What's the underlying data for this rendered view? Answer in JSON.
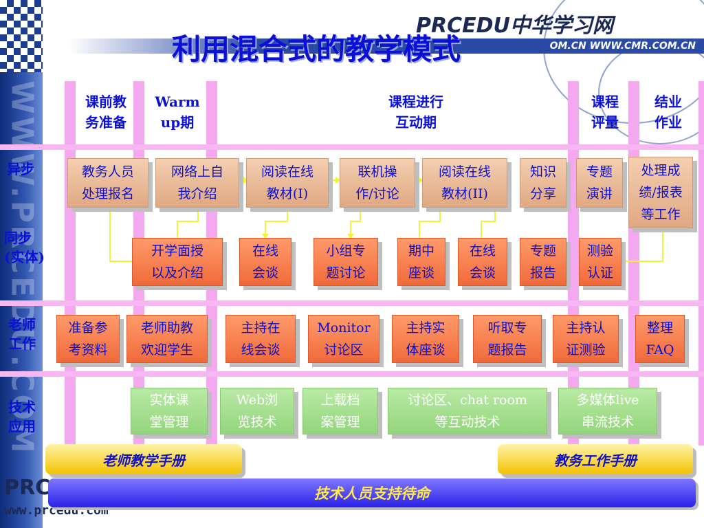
{
  "header": {
    "title": "利用混合式的教学模式",
    "brand": "PRCEDU中华学习网",
    "banner_text": "OM.CN WWW.CMR.COM.CN",
    "side_text": "WWW.PRCEDU.COM",
    "bottom_logo": "PRC",
    "bottom_url": "www.prcedu.com"
  },
  "columns": {
    "pre_line1": "课前教",
    "pre_line2": "务准备",
    "warm_line1": "Warm",
    "warm_line2": "up期",
    "course_line1": "课程进行",
    "course_line2": "互动期",
    "eval_line1": "课程",
    "eval_line2": "评量",
    "finish_line1": "结业",
    "finish_line2": "作业"
  },
  "rows": {
    "async": "异步",
    "sync_line1": "同步",
    "sync_line2": "(实体)",
    "teacher_line1": "老师",
    "teacher_line2": "工作",
    "tech_line1": "技术",
    "tech_line2": "应用"
  },
  "async_boxes": [
    {
      "l1": "教务人员",
      "l2": "处理报名"
    },
    {
      "l1": "网络上自",
      "l2": "我介绍"
    },
    {
      "l1": "阅读在线",
      "l2": "教材(I)"
    },
    {
      "l1": "联机操",
      "l2": "作/讨论"
    },
    {
      "l1": "阅读在线",
      "l2": "教材(II)"
    },
    {
      "l1": "知识",
      "l2": "分享"
    },
    {
      "l1": "专题",
      "l2": "演讲"
    },
    {
      "l1": "处理成",
      "l2": "绩/报表",
      "l3": "等工作"
    }
  ],
  "sync_boxes": [
    {
      "l1": "开学面授",
      "l2": "以及介绍"
    },
    {
      "l1": "在线",
      "l2": "会谈"
    },
    {
      "l1": "小组专",
      "l2": "题讨论"
    },
    {
      "l1": "期中",
      "l2": "座谈"
    },
    {
      "l1": "在线",
      "l2": "会谈"
    },
    {
      "l1": "专题",
      "l2": "报告"
    },
    {
      "l1": "测验",
      "l2": "认证"
    }
  ],
  "teacher_boxes": [
    {
      "l1": "准备参",
      "l2": "考资料"
    },
    {
      "l1": "老师助教",
      "l2": "欢迎学生"
    },
    {
      "l1": "主持在",
      "l2": "线会谈"
    },
    {
      "l1": "Monitor",
      "l2": "讨论区"
    },
    {
      "l1": "主持实",
      "l2": "体座谈"
    },
    {
      "l1": "听取专",
      "l2": "题报告"
    },
    {
      "l1": "主持认",
      "l2": "证测验"
    },
    {
      "l1": "整理",
      "l2": "FAQ"
    }
  ],
  "tech_boxes": [
    {
      "l1": "实体课",
      "l2": "堂管理"
    },
    {
      "l1": "Web浏",
      "l2": "览技术"
    },
    {
      "l1": "上载档",
      "l2": "案管理"
    },
    {
      "l1": "讨论区、chat room",
      "l2": "等互动技术"
    },
    {
      "l1": "多媒体live",
      "l2": "串流技术"
    }
  ],
  "footer": {
    "teacher_handbook": "老师教学手册",
    "admin_handbook": "教务工作手册",
    "support": "技术人员支持待命"
  },
  "colors": {
    "title_blue": "#0a10d6",
    "pink_bar": "#f4a8f0",
    "connector_yellow": "#f2f23a"
  }
}
